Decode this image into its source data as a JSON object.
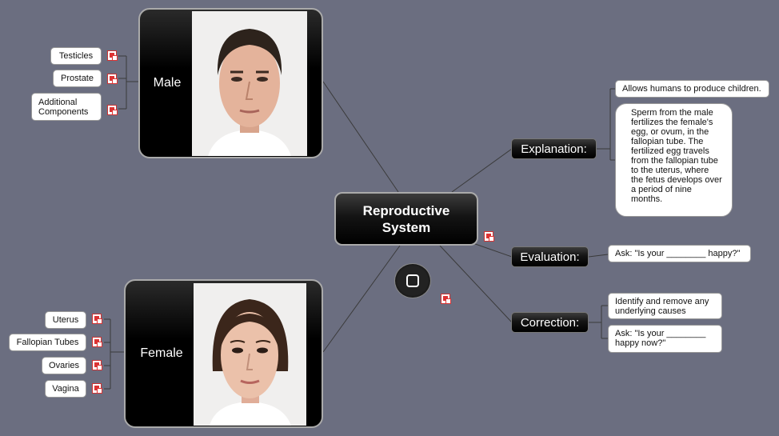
{
  "center": {
    "line1": "Reproductive",
    "line2": "System"
  },
  "male": {
    "label": "Male",
    "items": [
      "Testicles",
      "Prostate",
      "Additional Components"
    ]
  },
  "female": {
    "label": "Female",
    "items": [
      "Uterus",
      "Fallopian Tubes",
      "Ovaries",
      "Vagina"
    ]
  },
  "explanation": {
    "label": "Explanation:",
    "item1": "Allows humans to produce children.",
    "item2": "Sperm from the male fertilizes the female's egg, or ovum, in the fallopian tube. The fertilized egg travels from the fallopian tube to the uterus, where the fetus develops over a period of nine months."
  },
  "evaluation": {
    "label": "Evaluation:",
    "item1": "Ask: \"Is your ________ happy?\""
  },
  "correction": {
    "label": "Correction:",
    "item1": "Identify and remove any underlying causes",
    "item2": "Ask: \"Is your ________ happy now?\""
  },
  "colors": {
    "background": "#6b6e80",
    "connector": "#3a3a3a"
  }
}
